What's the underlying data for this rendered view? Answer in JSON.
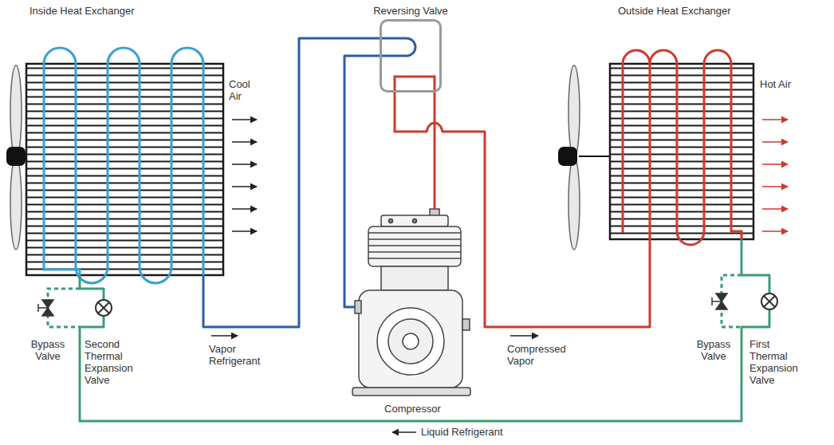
{
  "diagram": {
    "nodes": [
      {
        "text": [
          "Inside Heat Exchanger"
        ]
      },
      {
        "text": [
          "Reversing Valve"
        ]
      },
      {
        "text": [
          "Outside Heat Exchanger"
        ]
      },
      {
        "text": [
          "Compressor"
        ]
      }
    ],
    "edges": [
      {
        "from": 0,
        "to": 1,
        "arrow": "none",
        "label": "Vapor Refrigerant"
      },
      {
        "from": 1,
        "to": 3,
        "arrow": "none"
      },
      {
        "from": 3,
        "to": 1,
        "arrow": "none"
      },
      {
        "from": 1,
        "to": 2,
        "arrow": "none",
        "label": "Compressed Vapor"
      },
      {
        "from": 2,
        "to": 0,
        "arrow": "none",
        "label": "Liquid Refrigerant"
      }
    ],
    "labels": [
      "Cool Air",
      "Hot Air",
      "Bypass Valve",
      "Second Thermal Expansion Valve",
      "Bypass Valve",
      "First Thermal Expansion Valve"
    ]
  }
}
